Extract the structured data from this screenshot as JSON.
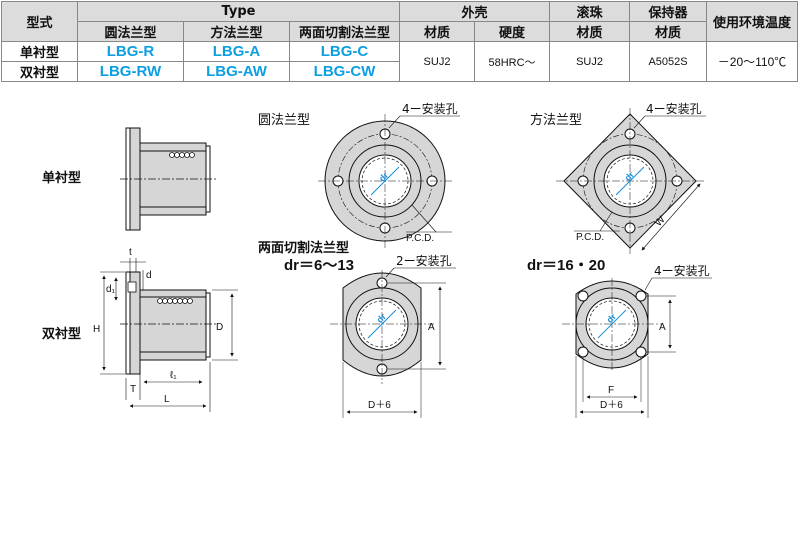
{
  "table": {
    "h_model": "型式",
    "h_type": "Type",
    "h_round": "圆法兰型",
    "h_square": "方法兰型",
    "h_cut": "两面切割法兰型",
    "h_outer": "外壳",
    "h_material": "材质",
    "h_hardness": "硬度",
    "h_ball": "滚珠",
    "h_retainer": "保持器",
    "h_temp": "使用环境温度",
    "row_single": "单衬型",
    "row_double": "双衬型",
    "single_round": "LBG-R",
    "single_square": "LBG-A",
    "single_cut": "LBG-C",
    "double_round": "LBG-RW",
    "double_square": "LBG-AW",
    "double_cut": "LBG-CW",
    "outer_material": "SUJ2",
    "outer_hardness": "58HRC～",
    "ball_material": "SUJ2",
    "retainer_material": "A5052S",
    "temperature": "－20～110℃"
  },
  "drawing": {
    "single_label": "单衬型",
    "double_label": "双衬型",
    "round_title": "圆法兰型",
    "square_title": "方法兰型",
    "cut_title": "两面切割法兰型",
    "cut_range_small": "dr＝6～13",
    "cut_range_large": "dr＝16・20",
    "holes4_a": "4ー安装孔",
    "holes4_b": "4ー安装孔",
    "holes2": "2ー安装孔",
    "holes4_c": "4ー安装孔",
    "pcd_a": "P.C.D.",
    "pcd_b": "P.C.D.",
    "dim_t": "t",
    "dim_d": "d",
    "dim_d1": "d₁",
    "dim_H": "H",
    "dim_D": "D",
    "dim_l1": "ℓ₁",
    "dim_T": "T",
    "dim_L": "L",
    "dim_W": "W",
    "dim_A1": "A",
    "dim_A2": "A",
    "dim_D6a": "D＋6",
    "dim_D6b": "D＋6",
    "dim_F": "F",
    "dr1": "dr",
    "dr2": "dr",
    "dr3": "dr",
    "dr4": "dr"
  },
  "colors": {
    "accent": "#0d9fe0",
    "header_bg": "#dcdcdc",
    "flange_gray": "#d6d6d6"
  }
}
